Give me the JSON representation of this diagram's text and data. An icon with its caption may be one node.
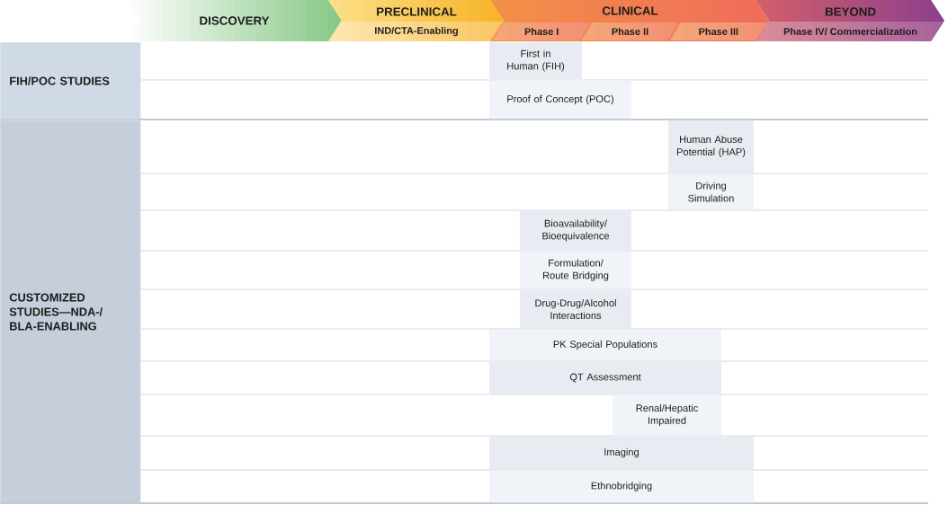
{
  "diagram": {
    "nodes": [
      {
        "text": [
          "DISCOVERY"
        ]
      },
      {
        "text": [
          "PRECLINICAL",
          "IND/CTA-Enabling"
        ]
      },
      {
        "text": [
          "CLINICAL"
        ]
      },
      {
        "text": [
          "Phase I"
        ],
        "in": 2
      },
      {
        "text": [
          "Phase II"
        ],
        "in": 2
      },
      {
        "text": [
          "Phase III"
        ],
        "in": 2
      },
      {
        "text": [
          "BEYOND",
          "Phase IV/ Commercialization"
        ]
      },
      {
        "text": [
          "FIH/POC STUDIES"
        ]
      },
      {
        "text": [
          "First in Human (FIH)"
        ]
      },
      {
        "text": [
          "Proof of Concept (POC)"
        ]
      },
      {
        "text": [
          "CUSTOMIZED STUDIES—NDA-/ BLA-ENABLING"
        ]
      },
      {
        "text": [
          "Human Abuse Potential (HAP)"
        ]
      },
      {
        "text": [
          "Driving Simulation"
        ]
      },
      {
        "text": [
          "Bioavailability/ Bioequivalence"
        ]
      },
      {
        "text": [
          "Formulation/ Route Bridging"
        ]
      },
      {
        "text": [
          "Drug-Drug/Alcohol Interactions"
        ]
      },
      {
        "text": [
          "PK Special Populations"
        ]
      },
      {
        "text": [
          "QT Assessment"
        ]
      },
      {
        "text": [
          "Renal/Hepatic Impaired"
        ]
      },
      {
        "text": [
          "Imaging"
        ]
      },
      {
        "text": [
          "Ethnobridging"
        ]
      }
    ]
  }
}
